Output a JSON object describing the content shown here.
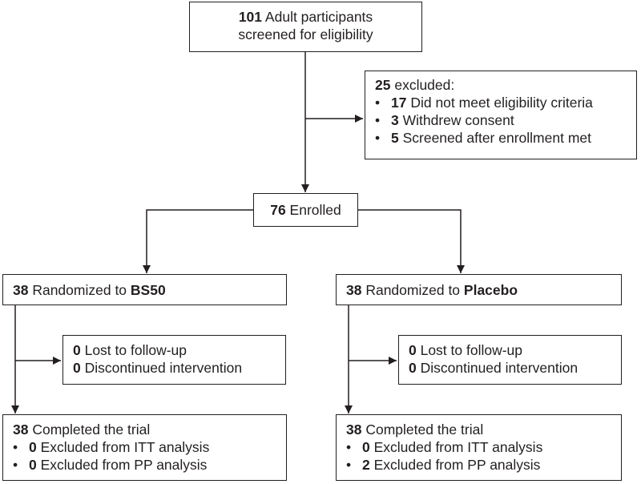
{
  "screening": {
    "count": "101",
    "text": " Adult participants",
    "line2": "screened for eligibility"
  },
  "excluded": {
    "count": "25",
    "text": " excluded:",
    "items": [
      {
        "count": "17",
        "text": " Did not meet eligibility criteria"
      },
      {
        "count": "3",
        "text": " Withdrew consent"
      },
      {
        "count": "5",
        "text": " Screened after enrollment met"
      }
    ]
  },
  "enrolled": {
    "count": "76",
    "text": " Enrolled"
  },
  "arms": [
    {
      "randomized": {
        "count": "38",
        "text": " Randomized to ",
        "group": "BS50"
      },
      "followup": [
        {
          "count": "0",
          "text": " Lost to follow-up"
        },
        {
          "count": "0",
          "text": " Discontinued intervention"
        }
      ],
      "completed": {
        "count": "38",
        "text": " Completed the trial"
      },
      "analysis": [
        {
          "count": "0",
          "text": " Excluded from ITT analysis"
        },
        {
          "count": "0",
          "text": " Excluded from PP analysis"
        }
      ]
    },
    {
      "randomized": {
        "count": "38",
        "text": " Randomized to ",
        "group": "Placebo"
      },
      "followup": [
        {
          "count": "0",
          "text": " Lost to follow-up"
        },
        {
          "count": "0",
          "text": " Discontinued intervention"
        }
      ],
      "completed": {
        "count": "38",
        "text": " Completed the trial"
      },
      "analysis": [
        {
          "count": "0",
          "text": " Excluded from ITT analysis"
        },
        {
          "count": "2",
          "text": " Excluded from PP analysis"
        }
      ]
    }
  ],
  "bullet": "•",
  "colors": {
    "line": "#231f20",
    "background": "#ffffff"
  }
}
